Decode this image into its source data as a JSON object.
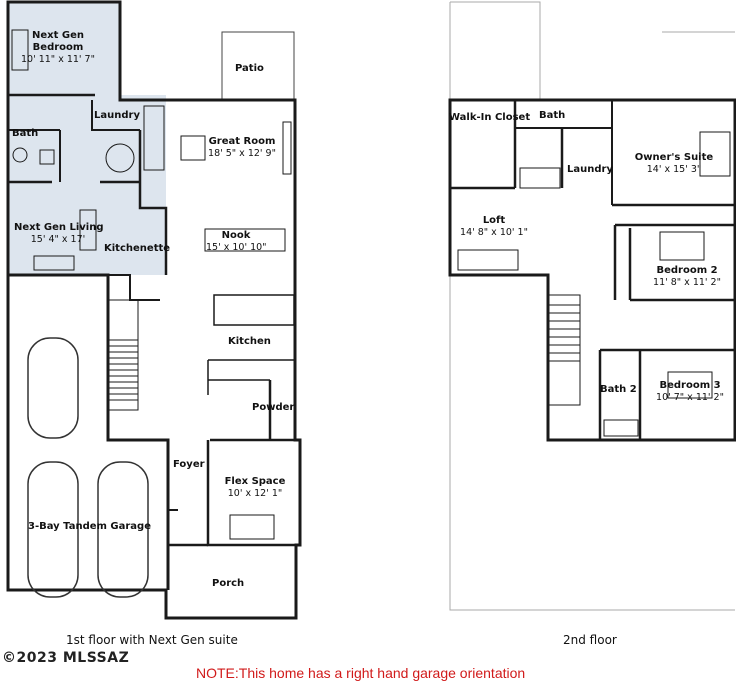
{
  "floor1": {
    "caption": "1st floor with Next Gen suite",
    "rooms": {
      "next_gen_bedroom": {
        "name": "Next Gen\nBedroom",
        "dims": "10' 11\" x 11' 7\""
      },
      "laundry": {
        "name": "Laundry"
      },
      "bath": {
        "name": "Bath"
      },
      "patio": {
        "name": "Patio"
      },
      "great_room": {
        "name": "Great Room",
        "dims": "18' 5\" x 12' 9\""
      },
      "next_gen_living": {
        "name": "Next Gen Living",
        "dims": "15' 4\" x 17'"
      },
      "kitchenette": {
        "name": "Kitchenette"
      },
      "nook": {
        "name": "Nook",
        "dims": "15' x 10' 10\""
      },
      "kitchen": {
        "name": "Kitchen"
      },
      "powder": {
        "name": "Powder"
      },
      "foyer": {
        "name": "Foyer"
      },
      "flex_space": {
        "name": "Flex Space",
        "dims": "10' x 12' 1\""
      },
      "garage": {
        "name": "3-Bay Tandem Garage"
      },
      "porch": {
        "name": "Porch"
      }
    }
  },
  "floor2": {
    "caption": "2nd floor",
    "rooms": {
      "walk_in_closet": {
        "name": "Walk-In Closet"
      },
      "bath": {
        "name": "Bath"
      },
      "laundry": {
        "name": "Laundry"
      },
      "owners_suite": {
        "name": "Owner's Suite",
        "dims": "14' x 15' 3\""
      },
      "loft": {
        "name": "Loft",
        "dims": "14' 8\" x 10' 1\""
      },
      "bedroom2": {
        "name": "Bedroom 2",
        "dims": "11' 8\" x 11' 2\""
      },
      "bedroom3": {
        "name": "Bedroom 3",
        "dims": "10' 7\" x 11' 2\""
      },
      "bath2": {
        "name": "Bath 2"
      }
    }
  },
  "copyright": "©2023 MLSSAZ",
  "note": "NOTE:This home has a right hand garage orientation",
  "colors": {
    "nextgen_highlight": "#dde5ee",
    "wall": "#1a1a1a",
    "note": "#d11a1a"
  }
}
